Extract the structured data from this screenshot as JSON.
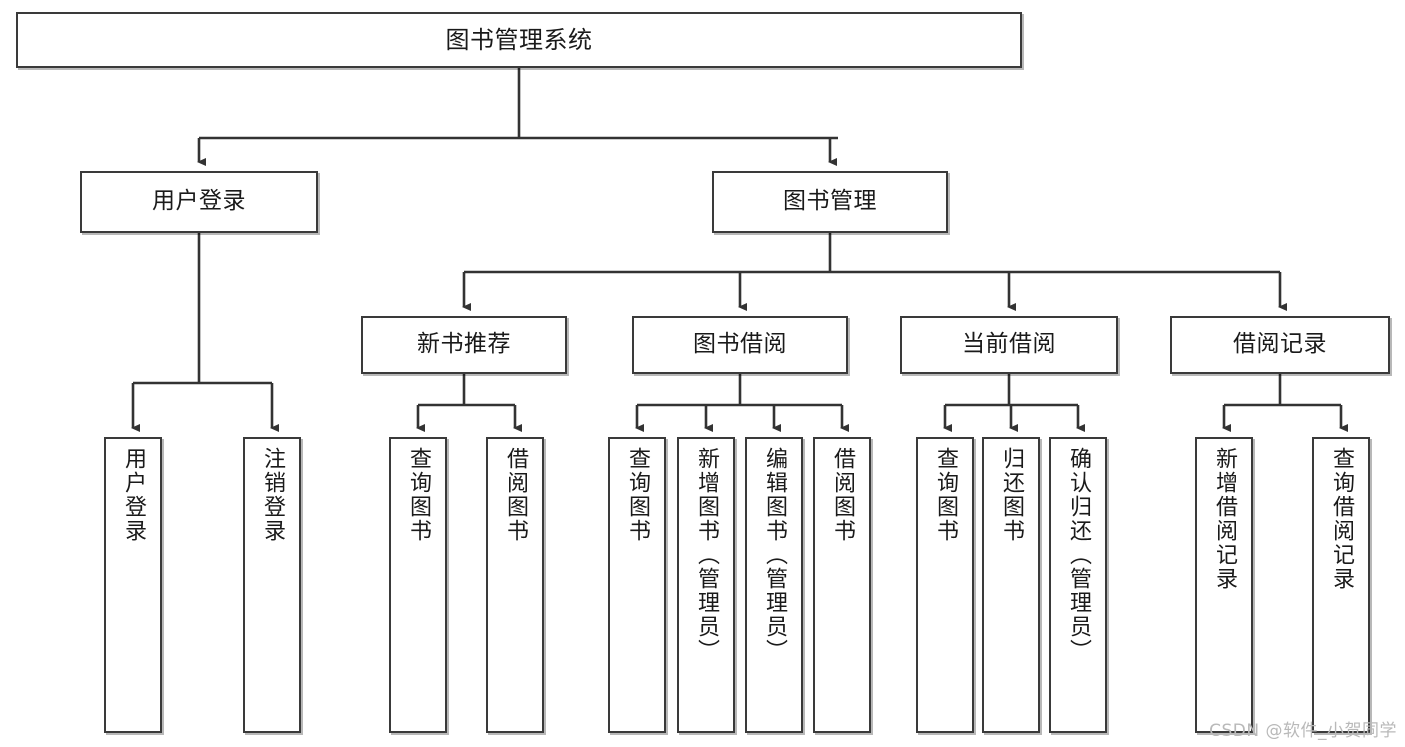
{
  "diagram": {
    "type": "tree-hierarchy",
    "title": "图书管理系统",
    "watermark": "CSDN @软件_小贺同学",
    "colors": {
      "box_border": "#3a3a3a",
      "box_fill": "#ffffff",
      "connector": "#333333",
      "text": "#1a1a1a",
      "watermark": "#b9b9b9"
    },
    "nodes": {
      "root": {
        "label": "图书管理系统"
      },
      "level2": [
        {
          "label": "用户登录"
        },
        {
          "label": "图书管理"
        }
      ],
      "level3": [
        {
          "label": "新书推荐"
        },
        {
          "label": "图书借阅"
        },
        {
          "label": "当前借阅"
        },
        {
          "label": "借阅记录"
        }
      ],
      "leaves": {
        "user_login": [
          {
            "label": "用户登录"
          },
          {
            "label": "注销登录"
          }
        ],
        "new_book": [
          {
            "label": "查询图书"
          },
          {
            "label": "借阅图书"
          }
        ],
        "book_borrow": [
          {
            "label": "查询图书"
          },
          {
            "label": "新增图书（管理员）"
          },
          {
            "label": "编辑图书（管理员）"
          },
          {
            "label": "借阅图书"
          }
        ],
        "current_borrow": [
          {
            "label": "查询图书"
          },
          {
            "label": "归还图书"
          },
          {
            "label": "确认归还（管理员）"
          }
        ],
        "borrow_record": [
          {
            "label": "新增借阅记录"
          },
          {
            "label": "查询借阅记录"
          }
        ]
      }
    }
  }
}
